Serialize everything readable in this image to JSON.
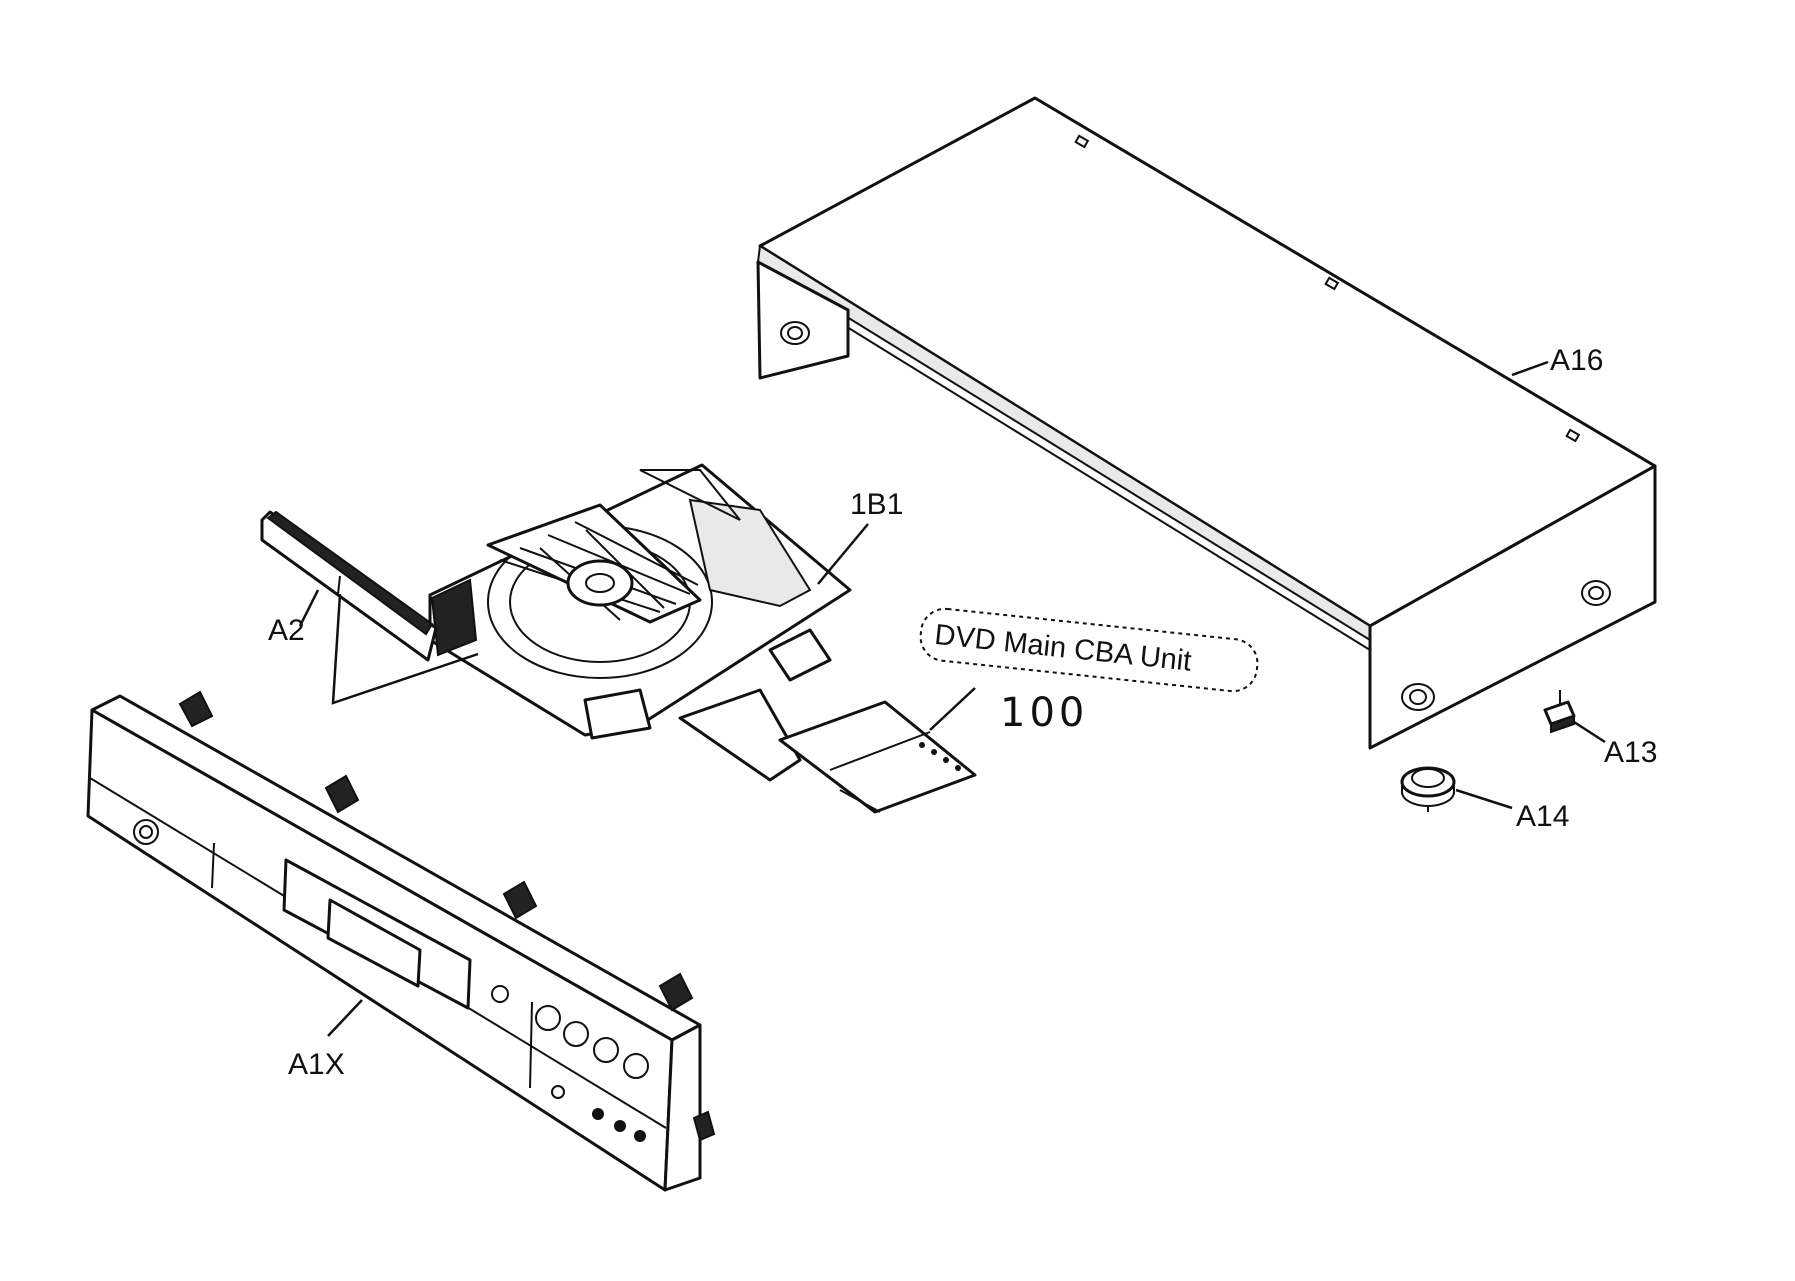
{
  "labels": {
    "a16": "A16",
    "b1": "1B1",
    "a2": "A2",
    "dvd_unit": "DVD Main CBA Unit",
    "ref_100": "100",
    "a13": "A13",
    "a14": "A14",
    "a1x": "A1X"
  },
  "colors": {
    "line": "#111111",
    "background": "#ffffff"
  }
}
